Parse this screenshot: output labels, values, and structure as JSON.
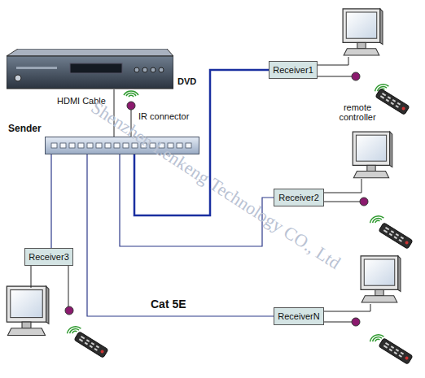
{
  "diagram": {
    "nodes": [
      {
        "text": [
          "DVD"
        ]
      },
      {
        "text": [
          "Sender"
        ]
      },
      {
        "text": [
          "Receiver1"
        ]
      },
      {
        "text": [
          "Receiver2"
        ]
      },
      {
        "text": [
          "Receiver3"
        ]
      },
      {
        "text": [
          "ReceiverN"
        ]
      }
    ],
    "edges": [
      {
        "from": 0,
        "to": 1,
        "arrow": "none"
      },
      {
        "from": 1,
        "to": 2,
        "arrow": "none"
      },
      {
        "from": 1,
        "to": 3,
        "arrow": "none"
      },
      {
        "from": 1,
        "to": 4,
        "arrow": "none"
      },
      {
        "from": 1,
        "to": 5,
        "arrow": "none"
      }
    ],
    "labels": [
      "HDMI Cable",
      "IR connector",
      "remote controller",
      "Cat 5E",
      "Shenzhen Lenkeng Technology CO., Ltd"
    ]
  }
}
